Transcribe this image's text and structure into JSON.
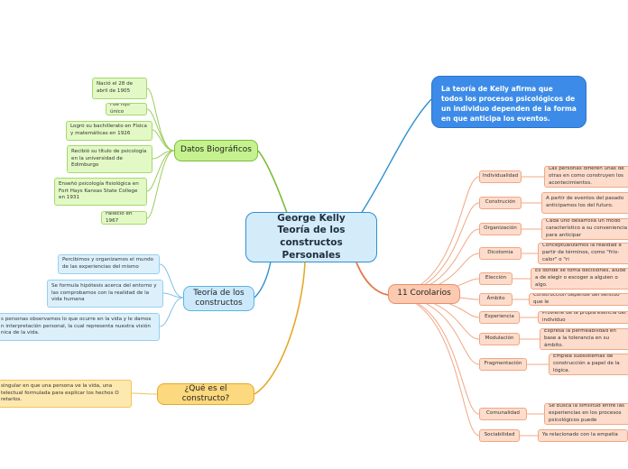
{
  "central": "George Kelly\nTeoría de los constructos\nPersonales",
  "datos": {
    "title": "Datos Biográficos",
    "items": [
      "Nació el 28 de abril de 1905",
      "Fue hijo único",
      "Logró su bachillerato en Física y matemáticas en 1926",
      "Recibió su título de psicología en la universidad de Edimburgo",
      "Enseñó psicología fisiológica en Fort Hays Kansas State College en 1931",
      "Falleció en 1967"
    ]
  },
  "teoria": {
    "title": "Teoría de los constructos",
    "items": [
      "Percibimos y organizamos el mundo de las experiencias del mismo",
      "Se formula hipótesis acerca del entorno y las comprobamos con la realidad de la vida humana",
      "s personas observamos lo que ocurre en la vida y le damos n interpretación personal, la cual representa nuestra visión nica de la vida."
    ]
  },
  "que": {
    "title": "¿Qué es el constructo?",
    "items": [
      "singular en que una persona ve la vida, una telectual formulada para explicar los hechos O retarlos."
    ]
  },
  "intro": "La teoría de Kelly afirma que todos los procesos psicológicos de un individuo dependen de la forma en que anticipa los eventos.",
  "corolarios": {
    "title": "11 Corolarios",
    "items": [
      {
        "name": "Individualidad",
        "desc": "Las personas difieren unas de otras en como construyen los acontecimientos."
      },
      {
        "name": "Construción",
        "desc": "A partir de eventos del pasado anticipamos los del futuro."
      },
      {
        "name": "Organización",
        "desc": "Cada uno desarrolla un modo característico a su conveniencia para anticipar"
      },
      {
        "name": "Dicotomia",
        "desc": "Conceptualizamos la realidad a partir de términos, como \"frío-calor\" o \"ri"
      },
      {
        "name": "Elección",
        "desc": "Es donde se toma decisiones, alude a de elegir o escoger a alguien o algo."
      },
      {
        "name": "Ámbito",
        "desc": "Construcción depende del sentido que le"
      },
      {
        "name": "Experiencia",
        "desc": "Proviene de la propia esencia del individuo"
      },
      {
        "name": "Modulación",
        "desc": "Expresa la permeabilidad en base a la tolerancia en su ámbito."
      },
      {
        "name": "Fragmentación",
        "desc": "Emplea subsistemas de construcción a papel de la lógica."
      },
      {
        "name": "Comunalidad",
        "desc": "Se busca la similitud entre las experiencias en los procesos psicológicos puede"
      },
      {
        "name": "Sociabilidad",
        "desc": "Ya relacionado con la empatía"
      }
    ]
  }
}
